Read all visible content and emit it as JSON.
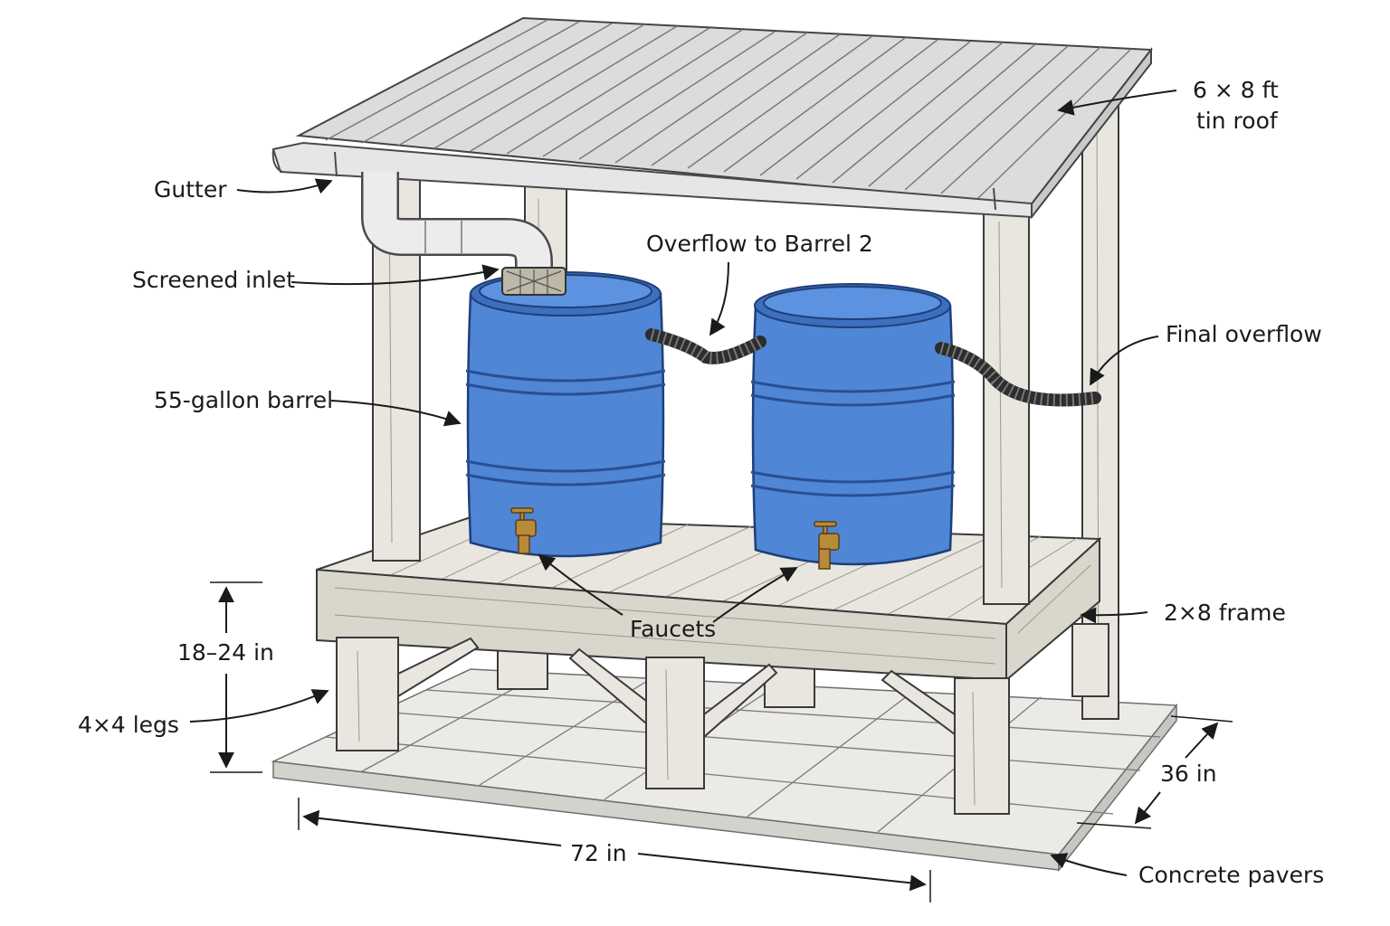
{
  "labels": {
    "roof": [
      "6 × 8 ft",
      "tin roof"
    ],
    "gutter": "Gutter",
    "screened_inlet": "Screened inlet",
    "overflow_to_barrel2": "Overflow to Barrel 2",
    "final_overflow": "Final overflow",
    "barrel": "55-gallon barrel",
    "faucets": "Faucets",
    "frame": "2×8 frame",
    "height": "18–24 in",
    "legs": "4×4 legs",
    "depth": "36 in",
    "width": "72 in",
    "pavers": "Concrete pavers"
  },
  "colors": {
    "barrel": "#4f86d6",
    "wood": "#e8e6df",
    "paver": "#eceae6",
    "roof": "#dcdcdc"
  }
}
